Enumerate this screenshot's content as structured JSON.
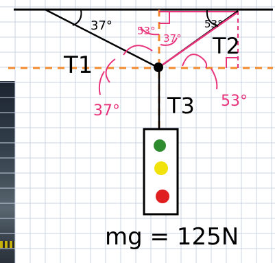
{
  "labels": {
    "angle_ceiling_left": "37°",
    "angle_ceiling_right": "53°",
    "angle_top_left": "53°",
    "angle_top_right": "37°",
    "tension_1": "T1",
    "tension_2": "T2",
    "tension_3": "T3",
    "angle_lower_left": "37°",
    "angle_lower_right": "53°",
    "weight": "mg = 125N"
  },
  "colors": {
    "ink": "#000000",
    "pink": "#e8337a",
    "orange": "#f08a2c",
    "grid": "#c9d3e6",
    "light_green": "#2e8b2e",
    "light_yellow": "#f2e20c",
    "light_red": "#e02020"
  }
}
